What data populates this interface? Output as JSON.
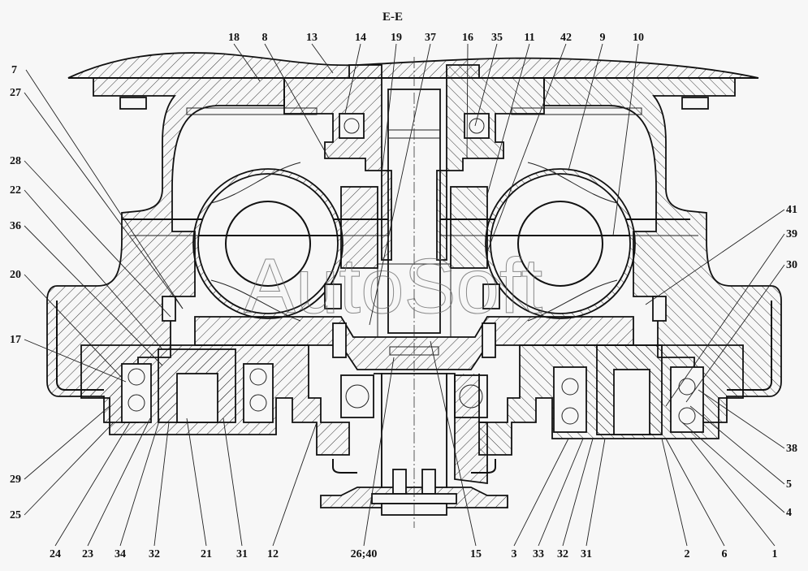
{
  "drawing": {
    "section_title": "E-E",
    "watermark": "AutoSoft",
    "callouts_top": [
      "18",
      "8",
      "13",
      "14",
      "19",
      "37",
      "16",
      "35",
      "11",
      "42",
      "9",
      "10"
    ],
    "callouts_left": [
      "7",
      "27",
      "28",
      "22",
      "36",
      "20",
      "17",
      "29",
      "25"
    ],
    "callouts_right": [
      "41",
      "39",
      "30",
      "38",
      "5",
      "4"
    ],
    "callouts_bottom": [
      "24",
      "23",
      "34",
      "32",
      "21",
      "31",
      "12",
      "26;40",
      "15",
      "3",
      "33",
      "32",
      "31",
      "2",
      "6",
      "1"
    ]
  }
}
